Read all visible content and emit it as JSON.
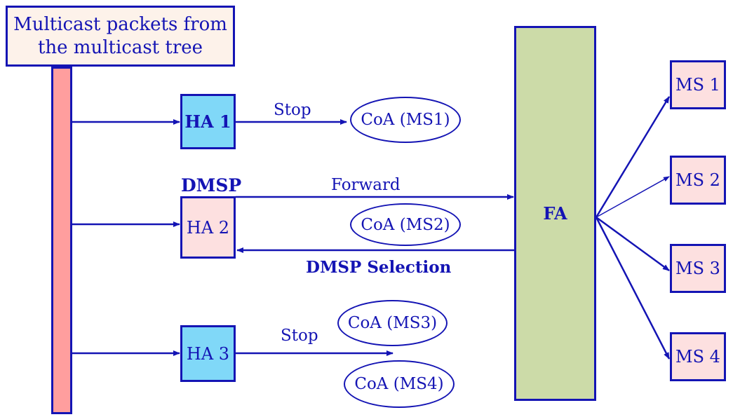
{
  "colors": {
    "line": "#1414b4",
    "tree_bar": "#ff9e9e",
    "header_fill": "#fdf2ea",
    "ha_active": "#80d8f8",
    "ha_selected": "#fde0e0",
    "fa_fill": "#ccdba8",
    "ms_fill": "#fde0e0"
  },
  "source": {
    "line1": "Multicast packets from",
    "line2": "the multicast tree"
  },
  "home_agents": [
    {
      "label": "HA 1"
    },
    {
      "label": "HA 2",
      "tag": "DMSP"
    },
    {
      "label": "HA 3"
    }
  ],
  "foreign_agent": {
    "label": "FA"
  },
  "mobile_stations": [
    {
      "label": "MS 1"
    },
    {
      "label": "MS 2"
    },
    {
      "label": "MS 3"
    },
    {
      "label": "MS 4"
    }
  ],
  "care_of_addresses": [
    {
      "label": "CoA (MS1)"
    },
    {
      "label": "CoA (MS2)"
    },
    {
      "label": "CoA (MS3)"
    },
    {
      "label": "CoA (MS4)"
    }
  ],
  "arrow_labels": {
    "stop_1": "Stop",
    "forward": "Forward",
    "dmsp_selection": "DMSP Selection",
    "stop_3": "Stop"
  }
}
